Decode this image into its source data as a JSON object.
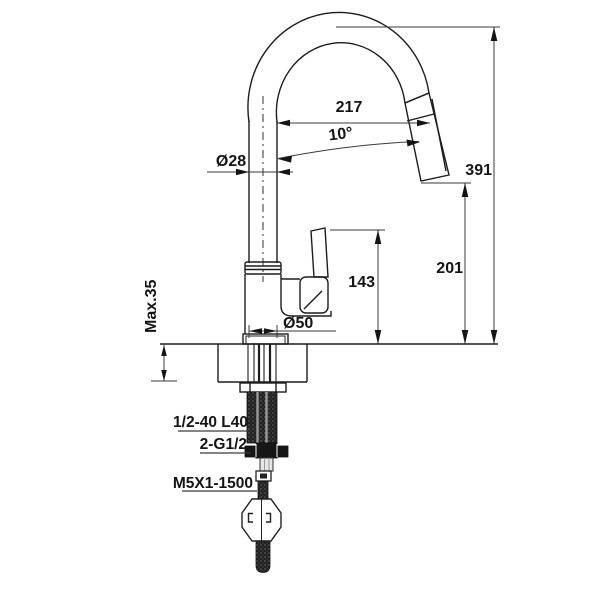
{
  "drawing": {
    "background": "#ffffff",
    "line_color": "#1d1d1d",
    "dimension_color": "#3a3a3a",
    "text_color": "#141414",
    "labels": {
      "spout_reach": "217",
      "head_angle": "10°",
      "spout_tube_diameter": "Ø28",
      "overall_height": "391",
      "outlet_height": "201",
      "handle_height": "143",
      "max_deck_thickness": "Max.35",
      "base_diameter": "Ø50",
      "shank_thread": "1/2-40 L40",
      "supply_hose_thread": "2-G1/2",
      "spray_hose_spec": "M5X1-1500"
    }
  }
}
